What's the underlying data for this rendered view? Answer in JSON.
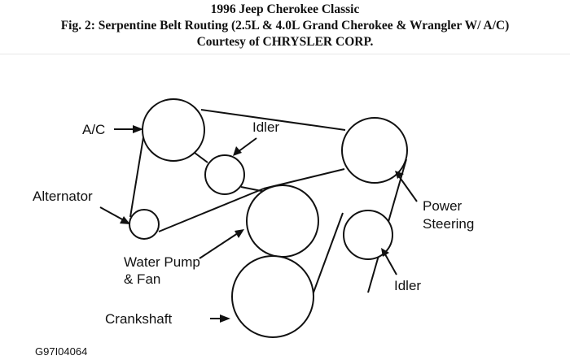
{
  "header": {
    "title": "1996 Jeep Cherokee Classic",
    "subtitle": "Fig. 2: Serpentine Belt Routing (2.5L & 4.0L Grand Cherokee & Wrangler W/ A/C)",
    "credit": "Courtesy of CHRYSLER CORP."
  },
  "labels": {
    "ac": "A/C",
    "idler_top": "Idler",
    "alternator": "Alternator",
    "power_steering_1": "Power",
    "power_steering_2": "Steering",
    "water_pump_1": "Water Pump",
    "water_pump_2": "& Fan",
    "idler_bottom": "Idler",
    "crankshaft": "Crankshaft"
  },
  "figure_code": "G97I04064"
}
